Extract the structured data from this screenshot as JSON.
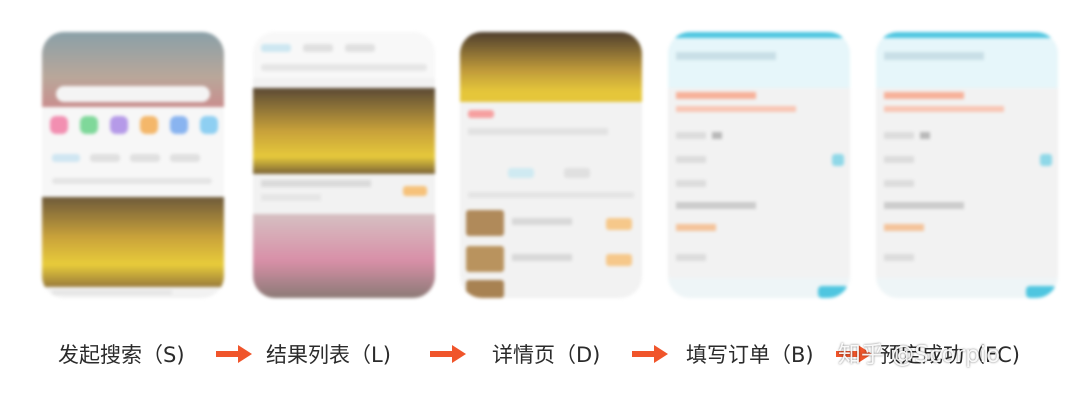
{
  "steps": [
    {
      "label": "发起搜索（S)"
    },
    {
      "label": "结果列表（L)"
    },
    {
      "label": "详情页（D)"
    },
    {
      "label": "填写订单（B)"
    },
    {
      "label": "预定成功（FC)"
    }
  ],
  "watermark": "知乎 @Scorpio",
  "colors": {
    "arrow": "#f0552b",
    "accent_blue": "#4fc6e0",
    "accent_orange": "#f39a3c"
  }
}
